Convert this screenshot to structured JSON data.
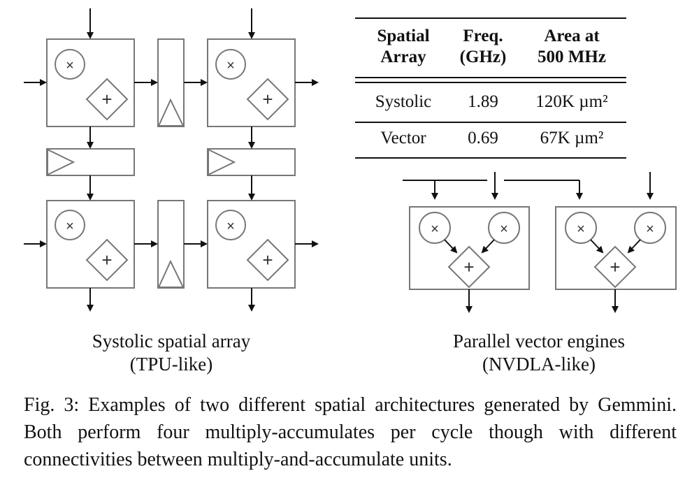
{
  "table": {
    "headers": [
      [
        "Spatial",
        "Array"
      ],
      [
        "Freq.",
        "(GHz)"
      ],
      [
        "Area at",
        "500 MHz"
      ]
    ],
    "rows": [
      [
        "Systolic",
        "1.89",
        "120K µm²"
      ],
      [
        "Vector",
        "0.69",
        "67K µm²"
      ]
    ]
  },
  "labels": {
    "systolic_title": "Systolic spatial array",
    "systolic_sub": "(TPU-like)",
    "vector_title": "Parallel vector engines",
    "vector_sub": "(NVDLA-like)"
  },
  "symbols": {
    "mul": "×",
    "add": "+"
  },
  "caption": "Fig. 3: Examples of two different spatial architectures generated by Gemmini. Both perform four multiply-accumulates per cycle though with different connectivities between multiply-and-accumulate units."
}
